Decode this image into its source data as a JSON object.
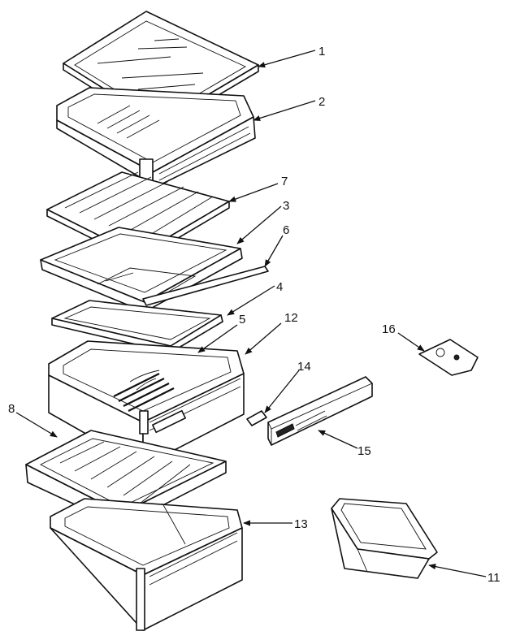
{
  "diagram": {
    "callouts": [
      {
        "id": "1",
        "label": "1"
      },
      {
        "id": "2",
        "label": "2"
      },
      {
        "id": "3",
        "label": "3"
      },
      {
        "id": "4",
        "label": "4"
      },
      {
        "id": "5",
        "label": "5"
      },
      {
        "id": "6",
        "label": "6"
      },
      {
        "id": "7",
        "label": "7"
      },
      {
        "id": "8",
        "label": "8"
      },
      {
        "id": "11",
        "label": "11"
      },
      {
        "id": "12",
        "label": "12"
      },
      {
        "id": "13",
        "label": "13"
      },
      {
        "id": "14",
        "label": "14"
      },
      {
        "id": "15",
        "label": "15"
      },
      {
        "id": "16",
        "label": "16"
      }
    ]
  }
}
